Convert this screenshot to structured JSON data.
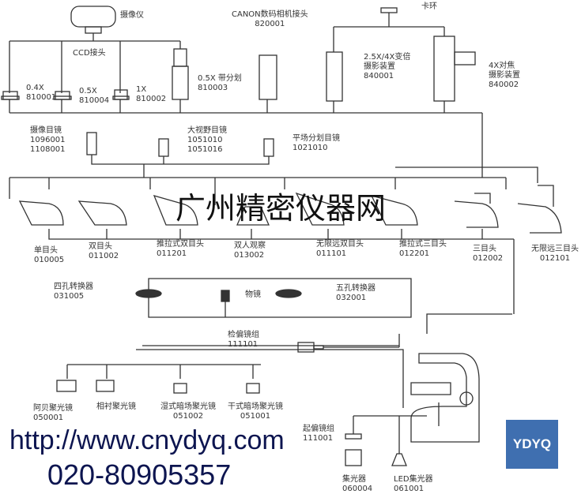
{
  "labels": {
    "camera": {
      "name": "摄像仪"
    },
    "ccd": {
      "name": "CCD接头"
    },
    "a04": {
      "name": "0.4X",
      "code": "810001"
    },
    "a05": {
      "name": "0.5X",
      "code": "810004"
    },
    "a1": {
      "name": "1X",
      "code": "810002"
    },
    "a05r": {
      "name": "0.5X 带分划",
      "code": "810003"
    },
    "canon": {
      "name": "CANON数码相机接头",
      "code": "820001"
    },
    "ring": {
      "name": "卡环"
    },
    "zoom": {
      "name": "2.5X/4X变倍",
      "name2": "摄影装置",
      "code": "840001"
    },
    "focus": {
      "name": "4X对焦",
      "name2": "摄影装置",
      "code": "840002"
    },
    "camEye": {
      "name": "摄像目镜",
      "code": "1096001",
      "code2": "1108001"
    },
    "wideEye": {
      "name": "大视野目镜",
      "code": "1051010",
      "code2": "1051016"
    },
    "retEye": {
      "name": "平场分划目镜",
      "code": "1021010"
    },
    "h1": {
      "name": "单目头",
      "code": "010005"
    },
    "h2": {
      "name": "双目头",
      "code": "011002"
    },
    "h3": {
      "name": "推拉式双目头",
      "code": "011201"
    },
    "h4": {
      "name": "双人观察",
      "code": "013002"
    },
    "h5": {
      "name": "无限远双目头",
      "code": "011101"
    },
    "h6": {
      "name": "推拉式三目头",
      "code": "012201"
    },
    "h7": {
      "name": "三目头",
      "code": "012002"
    },
    "h8": {
      "name": "无限远三目头",
      "code": "012101"
    },
    "nose4": {
      "name": "四孔转换器",
      "code": "031005"
    },
    "nose5": {
      "name": "五孔转换器",
      "code": "032001"
    },
    "obj": {
      "name": "物镜"
    },
    "analyzer": {
      "name": "检偏镜组",
      "code": "111101"
    },
    "c1": {
      "name": "阿贝聚光镜",
      "code": "050001"
    },
    "c2": {
      "name": "相衬聚光镜"
    },
    "c3": {
      "name": "湿式暗场聚光镜",
      "code": "051002"
    },
    "c4": {
      "name": "干式暗场聚光镜",
      "code": "051001"
    },
    "polarizer": {
      "name": "起偏镜组",
      "code": "111001"
    },
    "cond": {
      "name": "集光器",
      "code": "060004"
    },
    "led": {
      "name": "LED集光器",
      "code": "061001"
    }
  },
  "watermark": {
    "company": "广州精密仪器网",
    "url": "http://www.cnydyq.com",
    "phone": "020-80905357"
  },
  "logo": {
    "text": "YDYQ",
    "color": "#3f6fb0"
  }
}
